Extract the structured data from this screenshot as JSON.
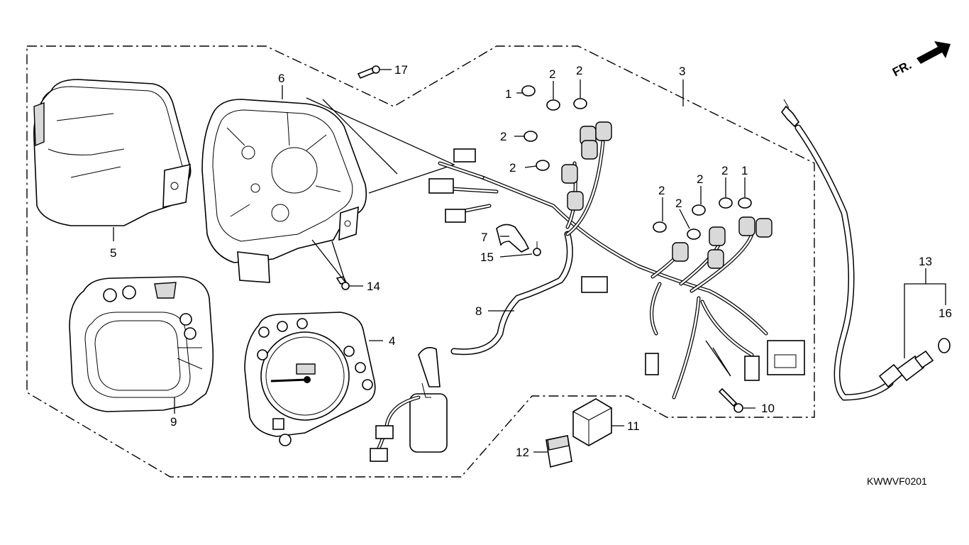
{
  "callouts": {
    "c1a": "1",
    "c1b": "1",
    "c2a": "2",
    "c2b": "2",
    "c2c": "2",
    "c2d": "2",
    "c2e": "2",
    "c2f": "2",
    "c2g": "2",
    "c2h": "2",
    "c3": "3",
    "c4": "4",
    "c5": "5",
    "c6": "6",
    "c7": "7",
    "c8": "8",
    "c9": "9",
    "c10": "10",
    "c11": "11",
    "c12": "12",
    "c13": "13",
    "c14": "14",
    "c15": "15",
    "c16": "16",
    "c17": "17"
  },
  "direction_label": "FR.",
  "diagram_code": "KWWVF0201"
}
